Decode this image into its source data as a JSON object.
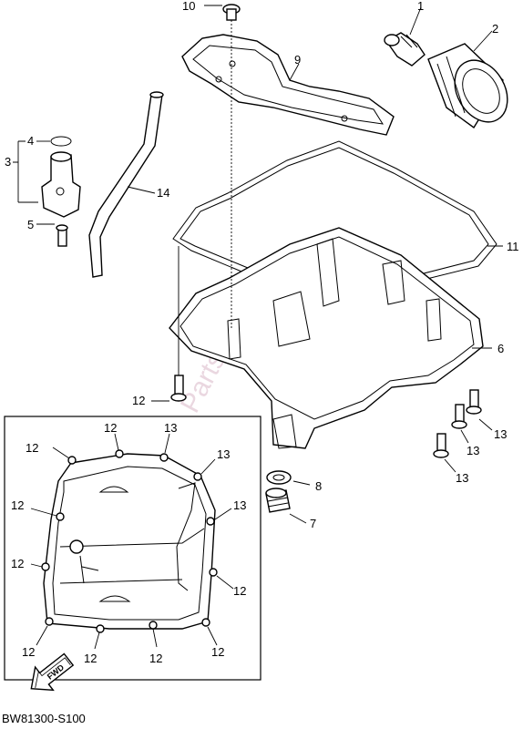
{
  "callouts": {
    "c1": "1",
    "c2": "2",
    "c3": "3",
    "c4": "4",
    "c5": "5",
    "c6": "6",
    "c7": "7",
    "c8": "8",
    "c9": "9",
    "c10": "10",
    "c11": "11",
    "c14": "14",
    "c12": "12",
    "c13": "13"
  },
  "watermark": "PartsRepublik",
  "fwd_label": "FWD",
  "diagram_code": "BW81300-S100"
}
